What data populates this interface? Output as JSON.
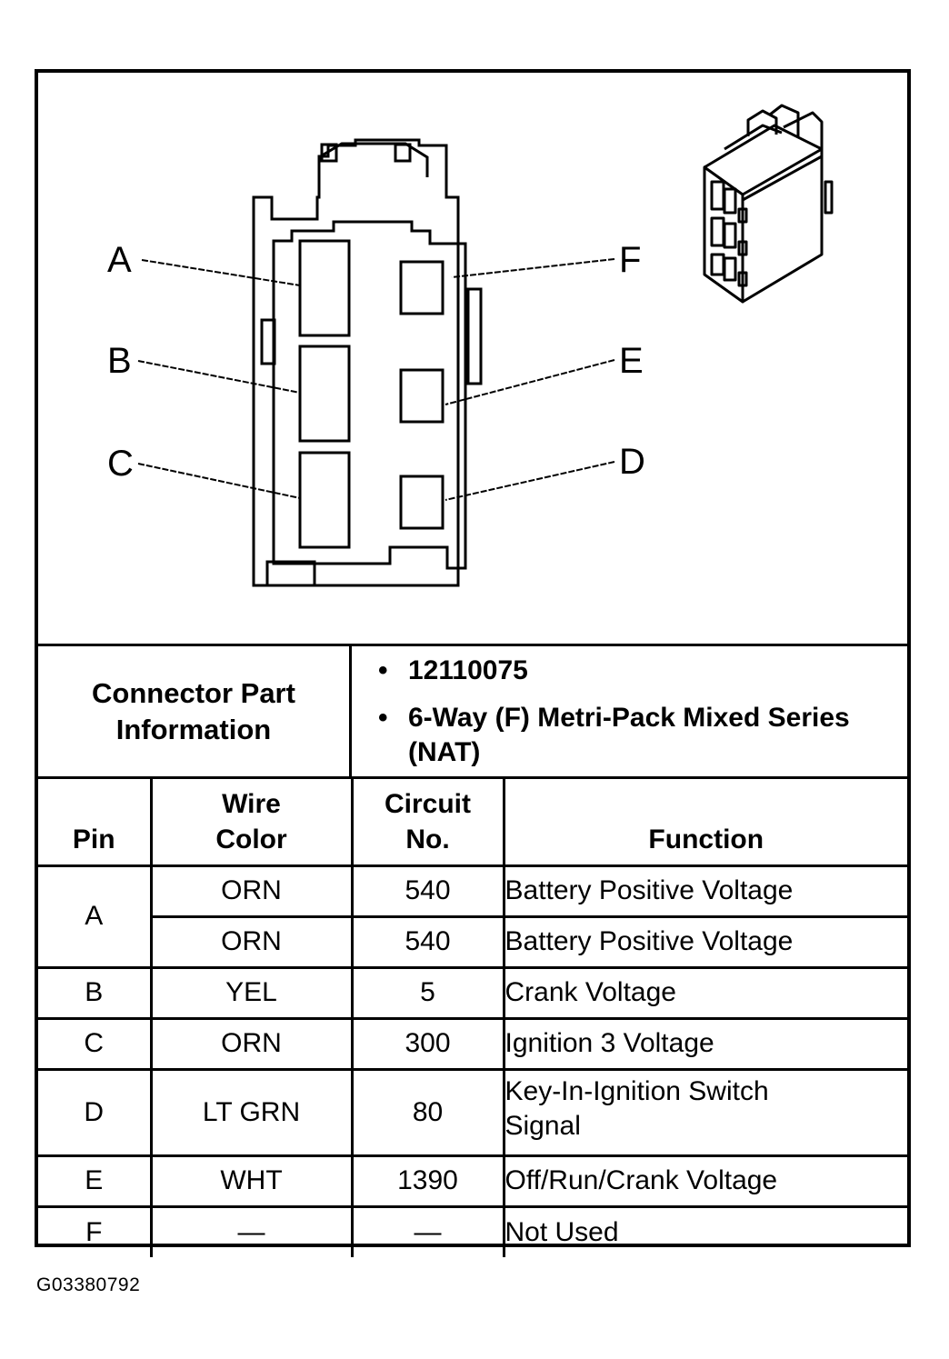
{
  "diagram": {
    "pin_labels_left": [
      "A",
      "B",
      "C"
    ],
    "pin_labels_right": [
      "F",
      "E",
      "D"
    ]
  },
  "connector_info": {
    "title": "Connector Part Information",
    "items": [
      "12110075",
      "6-Way (F) Metri-Pack Mixed Series (NAT)"
    ]
  },
  "table": {
    "headers": {
      "pin": "Pin",
      "wire_color": "Wire Color",
      "circuit": "Circuit No.",
      "function": "Function"
    },
    "rows": [
      {
        "pin": "A",
        "wire_color": "ORN",
        "circuit": "540",
        "function": "Battery Positive Voltage"
      },
      {
        "pin": "",
        "wire_color": "ORN",
        "circuit": "540",
        "function": "Battery Positive Voltage"
      },
      {
        "pin": "B",
        "wire_color": "YEL",
        "circuit": "5",
        "function": "Crank Voltage"
      },
      {
        "pin": "C",
        "wire_color": "ORN",
        "circuit": "300",
        "function": "Ignition 3 Voltage"
      },
      {
        "pin": "D",
        "wire_color": "LT GRN",
        "circuit": "80",
        "function": "Key-In-Ignition Switch Signal"
      },
      {
        "pin": "E",
        "wire_color": "WHT",
        "circuit": "1390",
        "function": "Off/Run/Crank Voltage"
      },
      {
        "pin": "F",
        "wire_color": "—",
        "circuit": "—",
        "function": "Not Used"
      }
    ]
  },
  "figure_code": "G03380792"
}
